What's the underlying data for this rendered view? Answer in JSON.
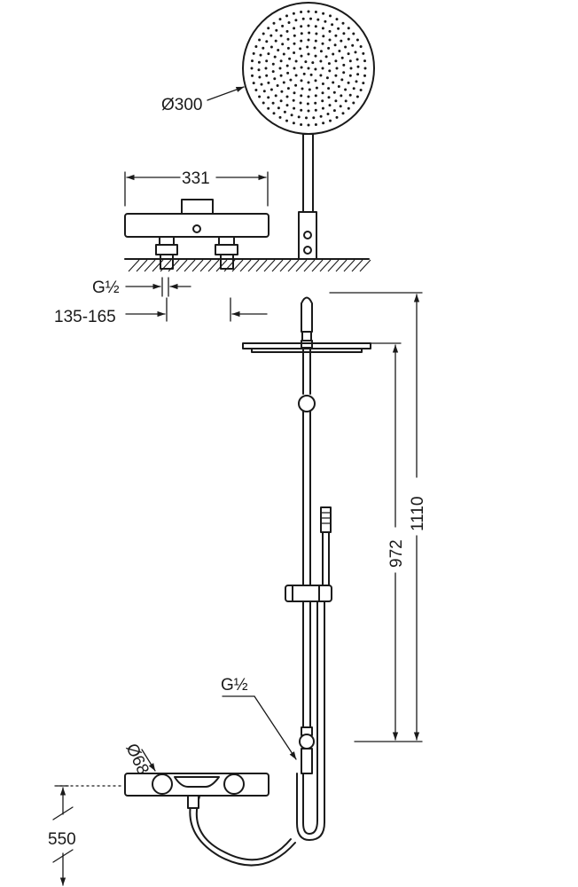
{
  "dimensions": {
    "head_diameter": "Ø300",
    "width_331": "331",
    "connection_top": "G½",
    "centres": "135-165",
    "height_1110": "1110",
    "height_972": "972",
    "connection_bottom": "G½",
    "body_diameter": "Ø68",
    "height_550": "550"
  }
}
